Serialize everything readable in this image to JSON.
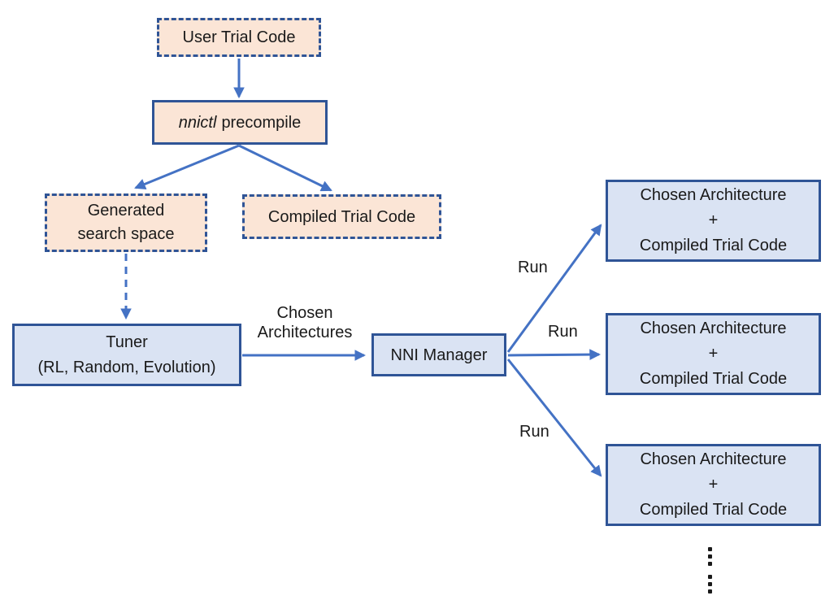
{
  "title": "NNI nnictl precompile NAS workflow diagram",
  "colors": {
    "box_border": "#2f5496",
    "arrow": "#4472c4",
    "peach_fill": "#fbe5d6",
    "blue_fill": "#dae3f3",
    "text": "#1a1a1a",
    "background": "#ffffff"
  },
  "nodes": {
    "user_trial_code": {
      "label": "User Trial Code"
    },
    "nnictl_precompile": {
      "italic_part": "nnictl",
      "normal_part": "precompile"
    },
    "generated_search_space": {
      "lines": [
        "Generated",
        "search space"
      ]
    },
    "compiled_trial_code": {
      "label": "Compiled Trial Code"
    },
    "tuner": {
      "lines": [
        "Tuner",
        "(RL, Random, Evolution)"
      ]
    },
    "nni_manager": {
      "label": "NNI Manager"
    }
  },
  "runner_boxes": [
    {
      "lines": [
        "Chosen Architecture",
        "+",
        "Compiled Trial Code"
      ]
    },
    {
      "lines": [
        "Chosen Architecture",
        "+",
        "Compiled Trial Code"
      ]
    },
    {
      "lines": [
        "Chosen Architecture",
        "+",
        "Compiled Trial Code"
      ]
    }
  ],
  "edge_labels": {
    "chosen_architectures": {
      "lines": [
        "Chosen",
        "Architectures"
      ]
    },
    "run_top": "Run",
    "run_middle": "Run",
    "run_bottom": "Run"
  },
  "more_indicator": "vertical-ellipsis"
}
